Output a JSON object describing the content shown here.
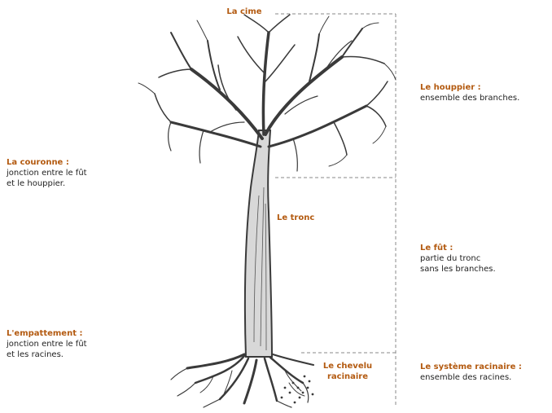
{
  "diagram": {
    "labels": {
      "cime": {
        "term": "La cime"
      },
      "houppier": {
        "term": "Le houppier :",
        "desc": [
          "ensemble des branches."
        ]
      },
      "couronne": {
        "term": "La couronne :",
        "desc": [
          "jonction entre le fût",
          "et le houppier."
        ]
      },
      "tronc": {
        "term": "Le tronc"
      },
      "fut": {
        "term": "Le fût :",
        "desc": [
          "partie du tronc",
          "sans les branches."
        ]
      },
      "empattement": {
        "term": "L'empattement :",
        "desc": [
          "jonction entre le fût",
          "et les racines."
        ]
      },
      "chevelu": {
        "term": [
          "Le chevelu",
          "racinaire"
        ]
      },
      "systeme": {
        "term": "Le système racinaire :",
        "desc": [
          "ensemble des racines."
        ]
      }
    },
    "colors": {
      "term": "#b35a10",
      "text": "#222222",
      "tree": "#3a3a3a",
      "guide": "#888888"
    }
  }
}
